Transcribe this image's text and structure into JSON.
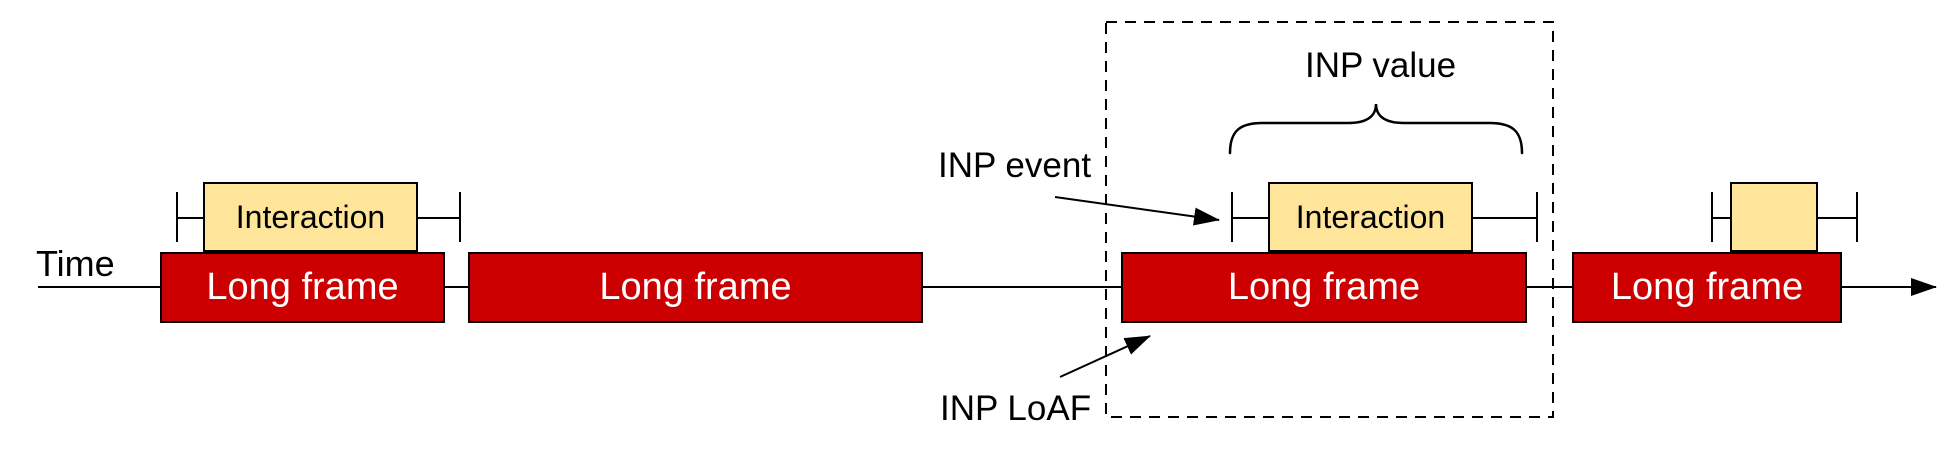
{
  "timeline": {
    "label": "Time"
  },
  "frames": [
    {
      "label": "Long frame"
    },
    {
      "label": "Long frame"
    },
    {
      "label": "Long frame"
    },
    {
      "label": "Long frame"
    }
  ],
  "interactions": [
    {
      "label": "Interaction"
    },
    {
      "label": "Interaction"
    },
    {
      "label": ""
    }
  ],
  "annotations": {
    "inp_event": "INP event",
    "inp_value": "INP value",
    "inp_loaf": "INP LoAF"
  },
  "colors": {
    "long_frame_fill": "#cc0000",
    "interaction_fill": "#ffe599",
    "outline": "#000000",
    "long_frame_text": "#ffffff",
    "annotation_text": "#000000",
    "background": "#ffffff"
  }
}
